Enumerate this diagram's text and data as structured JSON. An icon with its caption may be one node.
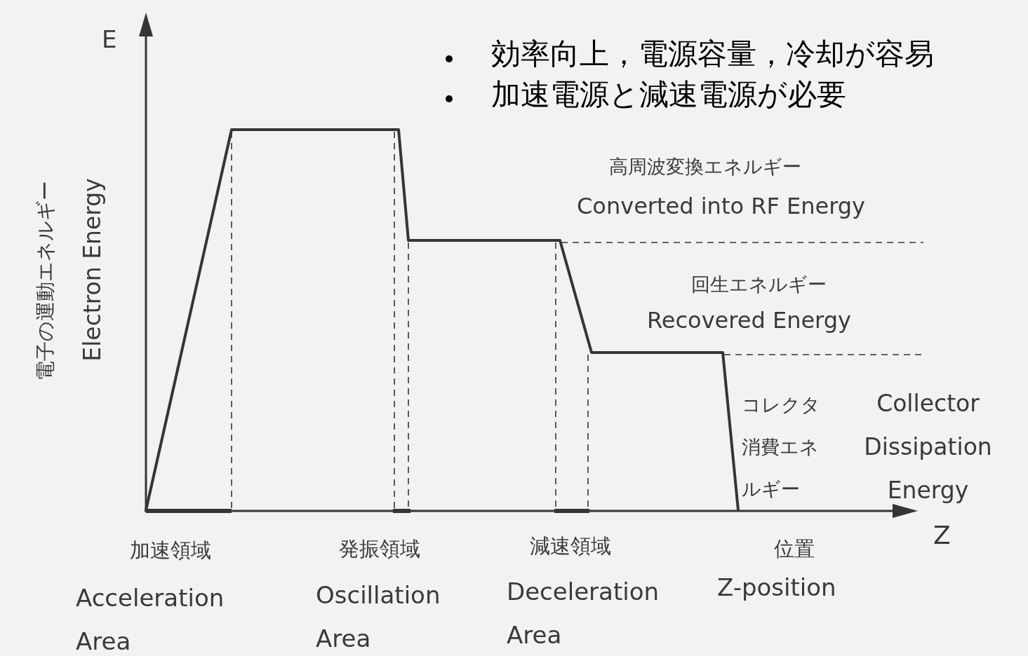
{
  "diagram": {
    "labels": [
      "E",
      "効率向上，電源容量，冷却が容易",
      "加速電源と減速電源が必要",
      "電子の運動エネルギー",
      "Electron Energy",
      "高周波変換エネルギー",
      "Converted into RF Energy",
      "回生エネルギー",
      "Recovered Energy",
      "コレクタ消費エネルギー",
      "Collector Dissipation Energy",
      "Z",
      "加速領域",
      "Acceleration Area",
      "発振領域",
      "Oscillation Area",
      "減速領域",
      "Deceleration Area",
      "位置",
      "Z-position"
    ]
  }
}
